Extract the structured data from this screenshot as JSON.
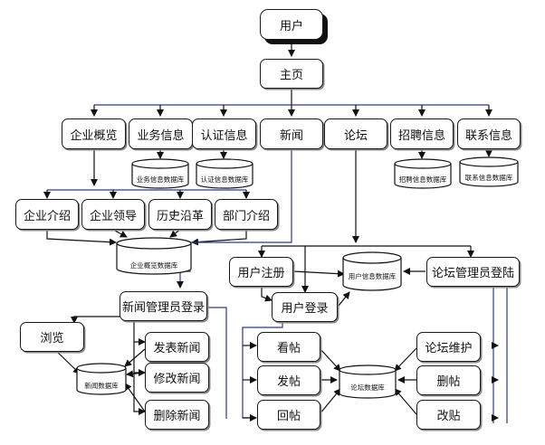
{
  "nodes": {
    "user_top": "用户",
    "home": "主页",
    "company_overview": "企业概览",
    "business_info": "业务信息",
    "cert_info": "认证信息",
    "news": "新闻",
    "forum": "论坛",
    "recruit_info": "招聘信息",
    "contact_info": "联系信息",
    "company_intro": "企业介绍",
    "company_leaders": "企业领导",
    "history": "历史沿革",
    "dept_intro": "部门介绍",
    "news_admin_login": "新闻管理员登录",
    "browse": "浏览",
    "publish_news": "发表新闻",
    "edit_news": "修改新闻",
    "delete_news": "删除新闻",
    "user_register": "用户注册",
    "user_login": "用户登录",
    "forum_admin_login": "论坛管理员登陆",
    "view_post": "看帖",
    "post": "发帖",
    "reply": "回帖",
    "forum_maintain": "论坛维护",
    "delete_post": "删帖",
    "change_post": "改贴"
  },
  "databases": {
    "business_db": "业务信息数据库",
    "cert_db": "认证信息数据库",
    "recruit_db": "招聘信息数据库",
    "contact_db": "联系信息数据库",
    "overview_db": "企业概览数据库",
    "user_db": "用户信息数据库",
    "news_db": "新闻数据库",
    "forum_db": "论坛数据库"
  },
  "colors": {
    "edge_dark": "#111111",
    "edge_blue": "#2a3a8c"
  }
}
